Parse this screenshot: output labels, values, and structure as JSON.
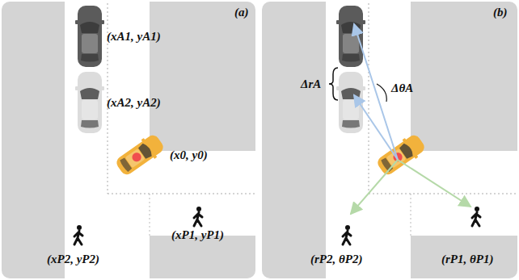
{
  "diagram": {
    "labels": [
      "(a)",
      "(xA1, yA1)",
      "(xA2, yA2)",
      "(x0, y0)",
      "(xP1, yP1)",
      "(xP2, yP2)",
      "(b)",
      "ΔrA",
      "ΔθA",
      "(rP2, θP2)",
      "(rP1, θP1)"
    ]
  }
}
